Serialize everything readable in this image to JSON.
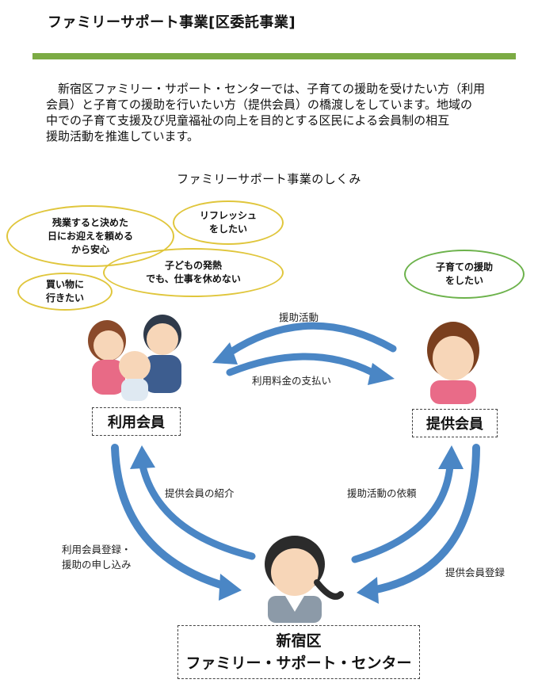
{
  "header": {
    "title": "ファミリーサポート事業[区委託事業]"
  },
  "intro": {
    "lines": [
      "　新宿区ファミリー・サポート・センターでは、子育ての援助を受けたい方（利用",
      "会員）と子育ての援助を行いたい方（提供会員）の橋渡しをしています。地域の",
      "中での子育て支援及び児童福祉の向上を目的とする区民による会員制の相互",
      "援助活動を推進しています。"
    ]
  },
  "diagram": {
    "title": "ファミリーサポート事業のしくみ",
    "bubbles": {
      "overtime": "残業すると決めた\n日にお迎えを頼める\nから安心",
      "refresh": "リフレッシュ\nをしたい",
      "fever": "子どもの発熱\nでも、仕事を休めない",
      "shopping": "買い物に\n行きたい",
      "provider_wish": "子育ての援助\nをしたい"
    },
    "flows": {
      "support_activity": "援助活動",
      "fee_payment": "利用料金の支払い",
      "provider_intro": "提供会員の紹介",
      "user_registration": "利用会員登録・\n援助の申し込み",
      "activity_request": "援助活動の依頼",
      "provider_registration": "提供会員登録"
    },
    "nodes": {
      "user_member": "利用会員",
      "provider_member": "提供会員",
      "center": "新宿区\nファミリー・サポート・センター"
    },
    "colors": {
      "arrow": "#4a86c5",
      "rule": "#7cab44",
      "bubble_yellow_border": "#e0c63c",
      "bubble_green_border": "#6cb24b"
    }
  }
}
